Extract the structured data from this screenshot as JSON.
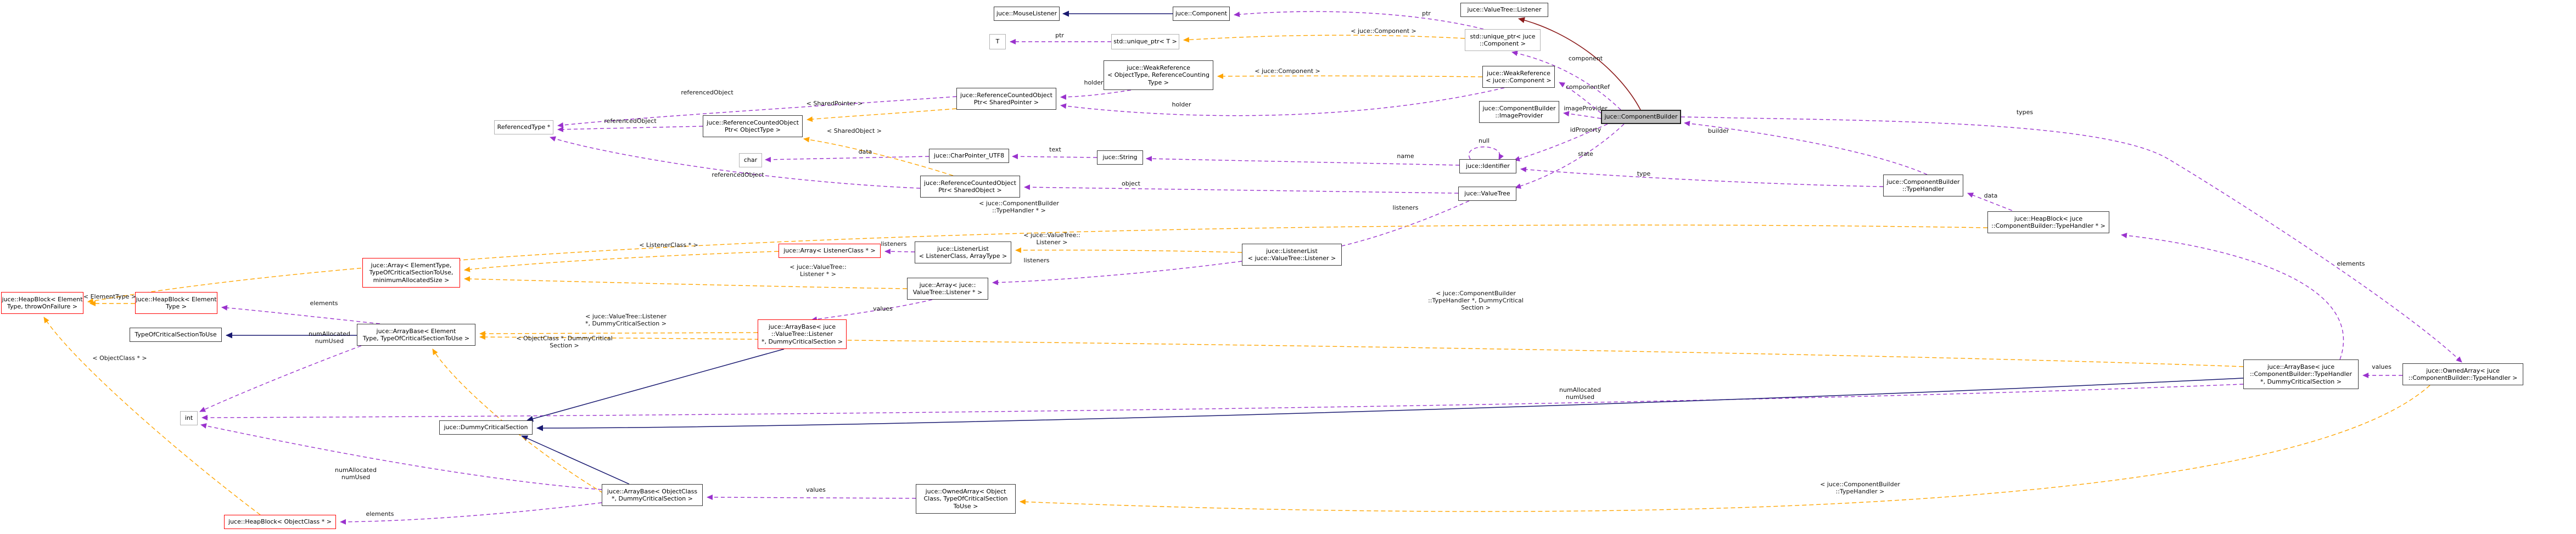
{
  "diagram": {
    "kind": "doxygen-collaboration-graph",
    "main_class": "juce::ComponentBuilder"
  },
  "colors": {
    "member_edge": "#9a32cd",
    "template_edge": "#ffa500",
    "public_inheritance_edge": "#191970",
    "private_inheritance_edge": "#8b1a1a",
    "main_node_fill": "#bfbfbf",
    "truncated_node_border": "#ff0000",
    "external_node_border": "#b2b2b2"
  },
  "nodes": {
    "mouse_listener": {
      "label": "juce::MouseListener"
    },
    "component": {
      "label": "juce::Component"
    },
    "valuetree_listener": {
      "label": "juce::ValueTree::Listener"
    },
    "t_param": {
      "label": "T"
    },
    "unique_ptr_t": {
      "label": "std::unique_ptr< T >"
    },
    "unique_ptr_component": {
      "label": "std::unique_ptr< juce\n::Component >"
    },
    "weakref_template": {
      "label": "juce::WeakReference\n< ObjectType, ReferenceCounting\nType >"
    },
    "weakref_component": {
      "label": "juce::WeakReference\n< juce::Component >"
    },
    "image_provider": {
      "label": "juce::ComponentBuilder\n::ImageProvider"
    },
    "component_builder": {
      "label": "juce::ComponentBuilder"
    },
    "rcop_shared_pointer": {
      "label": "juce::ReferenceCountedObject\nPtr< SharedPointer >"
    },
    "rcop_object_type": {
      "label": "juce::ReferenceCountedObject\nPtr< ObjectType >"
    },
    "referenced_type": {
      "label": "ReferencedType *"
    },
    "char_type": {
      "label": "char"
    },
    "char_pointer_utf8": {
      "label": "juce::CharPointer_UTF8"
    },
    "string": {
      "label": "juce::String"
    },
    "rcop_shared_object": {
      "label": "juce::ReferenceCountedObject\nPtr< SharedObject >"
    },
    "identifier": {
      "label": "juce::Identifier"
    },
    "value_tree": {
      "label": "juce::ValueTree"
    },
    "type_handler": {
      "label": "juce::ComponentBuilder\n::TypeHandler"
    },
    "heapblock_typehandler": {
      "label": "juce::HeapBlock< juce\n::ComponentBuilder::TypeHandler * >"
    },
    "array_listenerclass": {
      "label": "juce::Array< ListenerClass * >"
    },
    "listenerlist_template": {
      "label": "juce::ListenerList\n< ListenerClass, ArrayType >"
    },
    "listenerlist_vt": {
      "label": "juce::ListenerList\n< juce::ValueTree::Listener >"
    },
    "array_vt_listener": {
      "label": "juce::Array< juce::\nValueTree::Listener * >"
    },
    "array_template": {
      "label": "juce::Array< ElementType,\nTypeOfCriticalSectionToUse,\nminimumAllocatedSize >"
    },
    "heapblock_template": {
      "label": "juce::HeapBlock< Element\nType, throwOnFailure >"
    },
    "heapblock_elementtype": {
      "label": "juce::HeapBlock< Element\nType >"
    },
    "type_of_critical_section": {
      "label": "TypeOfCriticalSectionToUse"
    },
    "arraybase_template": {
      "label": "juce::ArrayBase< Element\nType, TypeOfCriticalSectionToUse >"
    },
    "arraybase_vt": {
      "label": "juce::ArrayBase< juce\n::ValueTree::Listener\n*, DummyCriticalSection >"
    },
    "int_type": {
      "label": "int"
    },
    "dummy_critical_section": {
      "label": "juce::DummyCriticalSection"
    },
    "heapblock_objectclass": {
      "label": "juce::HeapBlock< ObjectClass * >"
    },
    "arraybase_objectclass": {
      "label": "juce::ArrayBase< ObjectClass\n*, DummyCriticalSection >"
    },
    "ownedarray_template": {
      "label": "juce::OwnedArray< Object\nClass, TypeOfCriticalSection\nToUse >"
    },
    "arraybase_typehandler": {
      "label": "juce::ArrayBase< juce\n::ComponentBuilder::TypeHandler\n*, DummyCriticalSection >"
    },
    "ownedarray_typehandler": {
      "label": "juce::OwnedArray< juce\n::ComponentBuilder::TypeHandler >"
    }
  },
  "edge_labels": {
    "ptr_unique_t": "ptr",
    "ptr_unique_component": "ptr",
    "tpl_unique_component": "< juce::Component >",
    "tpl_weakref_component": "< juce::Component >",
    "component": "component",
    "component_ref": "componentRef",
    "image_provider": "imageProvider",
    "id_property": "idProperty",
    "state": "state",
    "null_loop": "null",
    "name": "name",
    "text": "text",
    "data_char": "data",
    "data_typehandler": "data",
    "holder_a": "holder",
    "holder_b": "holder",
    "referenced_object_a": "referencedObject",
    "referenced_object_b": "referencedObject",
    "referenced_object_c": "referencedObject",
    "tpl_shared_pointer": "< SharedPointer >",
    "tpl_shared_object": "< SharedObject >",
    "object": "object",
    "listeners_valuetree": "listeners",
    "listeners_vt_list": "listeners",
    "listeners_template": "listeners",
    "tpl_listenerlist_vt": "< juce::ValueTree::\nListener >",
    "tpl_array_listenerclass": "< ListenerClass * >",
    "tpl_array_vt_listener": "< juce::ValueTree::\nListener * >",
    "values_array_vt": "values",
    "tpl_arraybase_vt": "< juce::ValueTree::Listener\n*, DummyCriticalSection >",
    "elements_template": "elements",
    "num_template": "numAllocated\nnumUsed",
    "tpl_elementtype": "< ElementType >",
    "tpl_heapblock_typehandler": "< juce::ComponentBuilder\n::TypeHandler * >",
    "tpl_heapblock_objectclass": "< ObjectClass * >",
    "elements_objectclass": "elements",
    "num_objectclass": "numAllocated\nnumUsed",
    "tpl_arraybase_objectclass": "< ObjectClass *, DummyCritical\nSection >",
    "values_ownedarray_template": "values",
    "tpl_ownedarray_typehandler": "< juce::ComponentBuilder\n::TypeHandler >",
    "values_ownedarray_typehandler": "values",
    "types": "types",
    "elements_typehandler": "elements",
    "num_typehandler": "numAllocated\nnumUsed",
    "tpl_arraybase_typehandler": "< juce::ComponentBuilder\n::TypeHandler *, DummyCritical\nSection >",
    "builder": "builder",
    "type": "type"
  }
}
